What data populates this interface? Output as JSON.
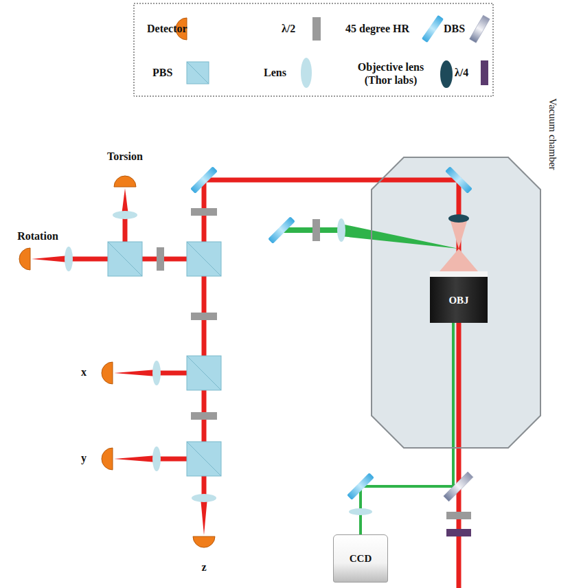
{
  "diagram": {
    "nodes": [
      {
        "text": [
          "Vacuum chamber"
        ]
      },
      {
        "text": [
          "OBJ"
        ],
        "in": 0
      },
      {
        "text": [
          "CCD"
        ]
      }
    ],
    "edges": [
      {
        "from": 1,
        "to": 2,
        "arrow": "none"
      }
    ],
    "labels": [
      "Torsion",
      "Rotation",
      "x",
      "y",
      "z"
    ],
    "legend": [
      {
        "text": "Detector"
      },
      {
        "text": "λ/2"
      },
      {
        "text": "45 degree HR"
      },
      {
        "text": "DBS"
      },
      {
        "text": "PBS"
      },
      {
        "text": "Lens"
      },
      {
        "text": "Objective lens (Thor labs)"
      },
      {
        "text": "λ/4"
      }
    ]
  }
}
